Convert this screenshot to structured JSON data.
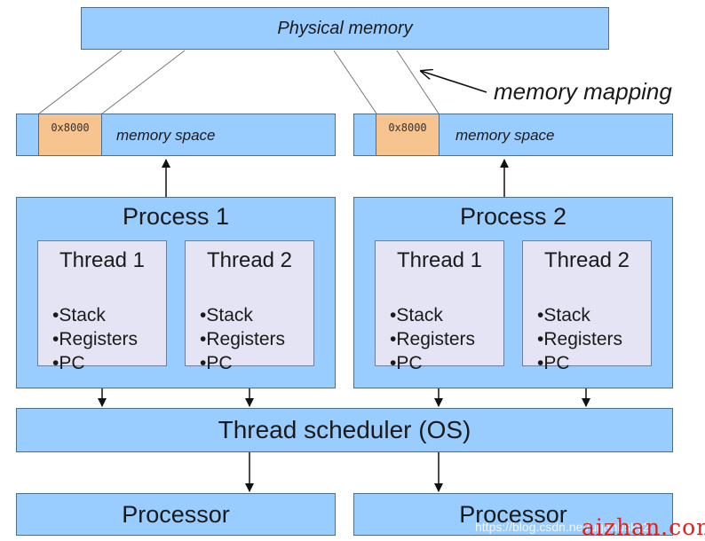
{
  "physical_memory": {
    "label": "Physical memory"
  },
  "memory_mapping": {
    "label": "memory mapping"
  },
  "memory_spaces": [
    {
      "address": "0x8000",
      "label": "memory space"
    },
    {
      "address": "0x8000",
      "label": "memory space"
    }
  ],
  "processes": [
    {
      "title": "Process 1",
      "threads": [
        {
          "title": "Thread 1",
          "items": [
            "•Stack",
            "•Registers",
            "•PC"
          ]
        },
        {
          "title": "Thread 2",
          "items": [
            "•Stack",
            "•Registers",
            "•PC"
          ]
        }
      ]
    },
    {
      "title": "Process 2",
      "threads": [
        {
          "title": "Thread 1",
          "items": [
            "•Stack",
            "•Registers",
            "•PC"
          ]
        },
        {
          "title": "Thread 2",
          "items": [
            "•Stack",
            "•Registers",
            "•PC"
          ]
        }
      ]
    }
  ],
  "scheduler": {
    "label": "Thread scheduler (OS)"
  },
  "processors": [
    {
      "label": "Processor"
    },
    {
      "label": "Processor"
    }
  ],
  "watermark": {
    "url": "https://blog.csdn.net/urjanbsky2",
    "site": "aizhan.com"
  },
  "colors": {
    "box_fill": "#99ccff",
    "box_border": "#4a6f8f",
    "address_fill": "#f7c38f",
    "thread_fill": "#e4e4f4",
    "watermark_site": "#e0201a"
  }
}
